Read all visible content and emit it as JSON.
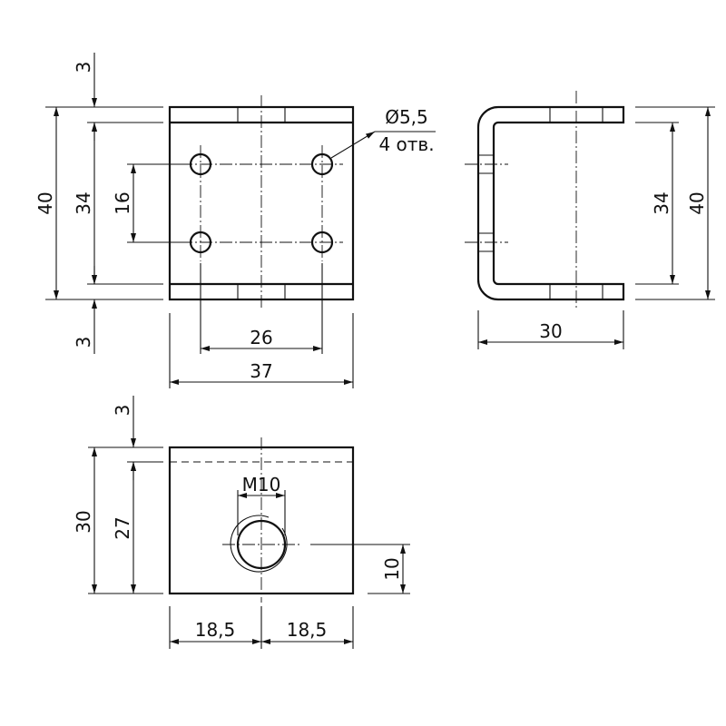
{
  "dims": {
    "front_top_3": "3",
    "front_40": "40",
    "front_34": "34",
    "front_16": "16",
    "front_bottom_3": "3",
    "front_26": "26",
    "front_37": "37",
    "hole_dia": "Ø5,5",
    "hole_count": "4 отв.",
    "side_34": "34",
    "side_40": "40",
    "side_30": "30",
    "bottom_3": "3",
    "bottom_30": "30",
    "bottom_27": "27",
    "thread": "M10",
    "thread_10": "10",
    "bottom_18_5_left": "18,5",
    "bottom_18_5_right": "18,5"
  },
  "colors": {
    "line": "#111111",
    "background": "#ffffff"
  }
}
